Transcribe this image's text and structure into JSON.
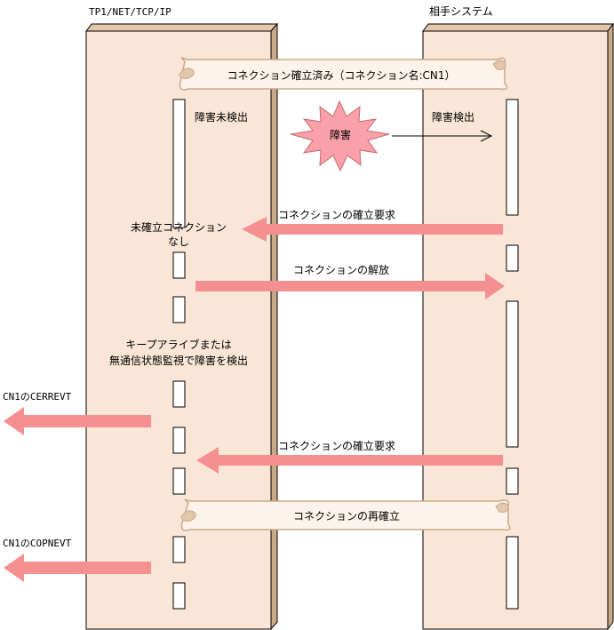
{
  "lanes": {
    "left": "TP1/NET/TCP/IP",
    "right": "相手システム"
  },
  "banners": {
    "established": "コネクション確立済み（コネクション名:CN1）",
    "reestablish": "コネクションの再確立"
  },
  "failure_star": "障害",
  "notes": {
    "undetected": "障害未検出",
    "detected": "障害検出",
    "no_conn_line1": "未確立コネクション",
    "no_conn_line2": "なし",
    "keepalive_line1": "キープアライブまたは",
    "keepalive_line2": "無通信状態監視で障害を検出"
  },
  "messages": {
    "connect_request_1": "コネクションの確立要求",
    "release": "コネクションの解放",
    "connect_request_2": "コネクションの確立要求"
  },
  "events": {
    "cerrevt": "CN1のCERREVT",
    "copnevt": "CN1のCOPNEVT"
  },
  "colors": {
    "pillar_face": "#f9e6d6",
    "pillar_side": "#c9a98a",
    "arrow": "#f59090",
    "star": "#f9a0a8"
  }
}
